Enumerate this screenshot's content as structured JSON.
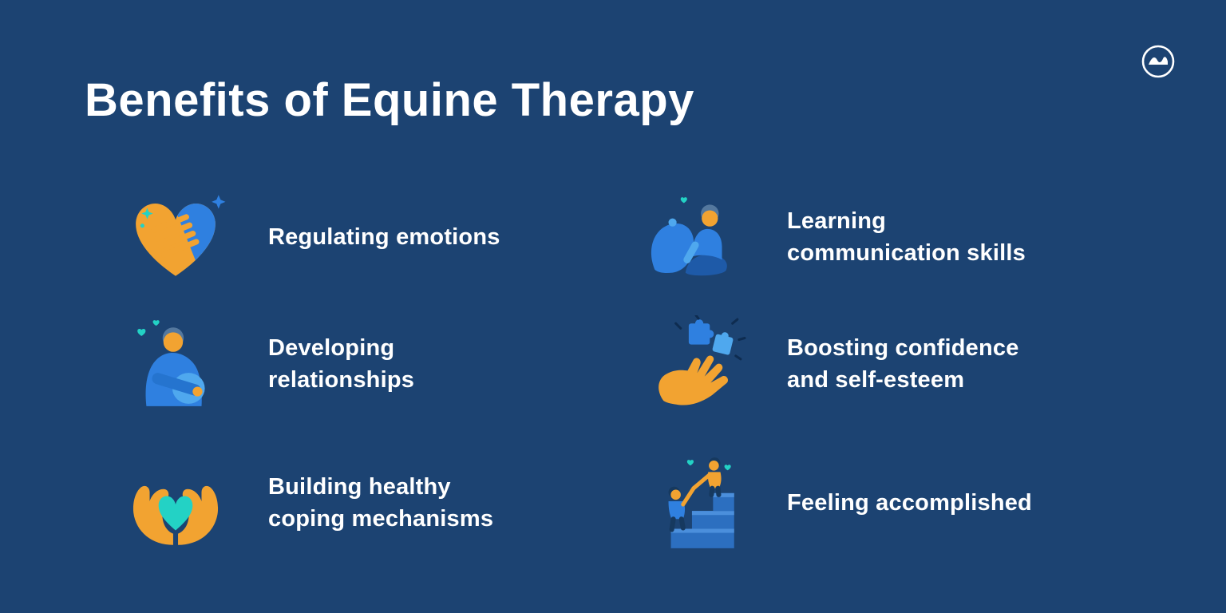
{
  "page": {
    "title": "Benefits of Equine Therapy",
    "background_color": "#1c4372"
  },
  "logo": {
    "icon": "mountain-wave-logo-icon"
  },
  "colors": {
    "background": "#1c4372",
    "orange": "#F2A331",
    "blue": "#2F80E0",
    "light_blue": "#4FA8EE",
    "teal": "#23D2C5",
    "dark_navy": "#14365C",
    "white": "#ffffff"
  },
  "benefits": [
    {
      "icon": "handshake-heart-icon",
      "label": "Regulating emotions"
    },
    {
      "icon": "person-sitting-communication-icon",
      "label": "Learning\ncommunication skills"
    },
    {
      "icon": "hugging-person-icon",
      "label": "Developing\nrelationships"
    },
    {
      "icon": "hand-puzzle-icon",
      "label": "Boosting confidence\nand self-esteem"
    },
    {
      "icon": "hands-holding-heart-icon",
      "label": "Building healthy\ncoping mechanisms"
    },
    {
      "icon": "helping-up-stairs-icon",
      "label": "Feeling accomplished"
    }
  ]
}
